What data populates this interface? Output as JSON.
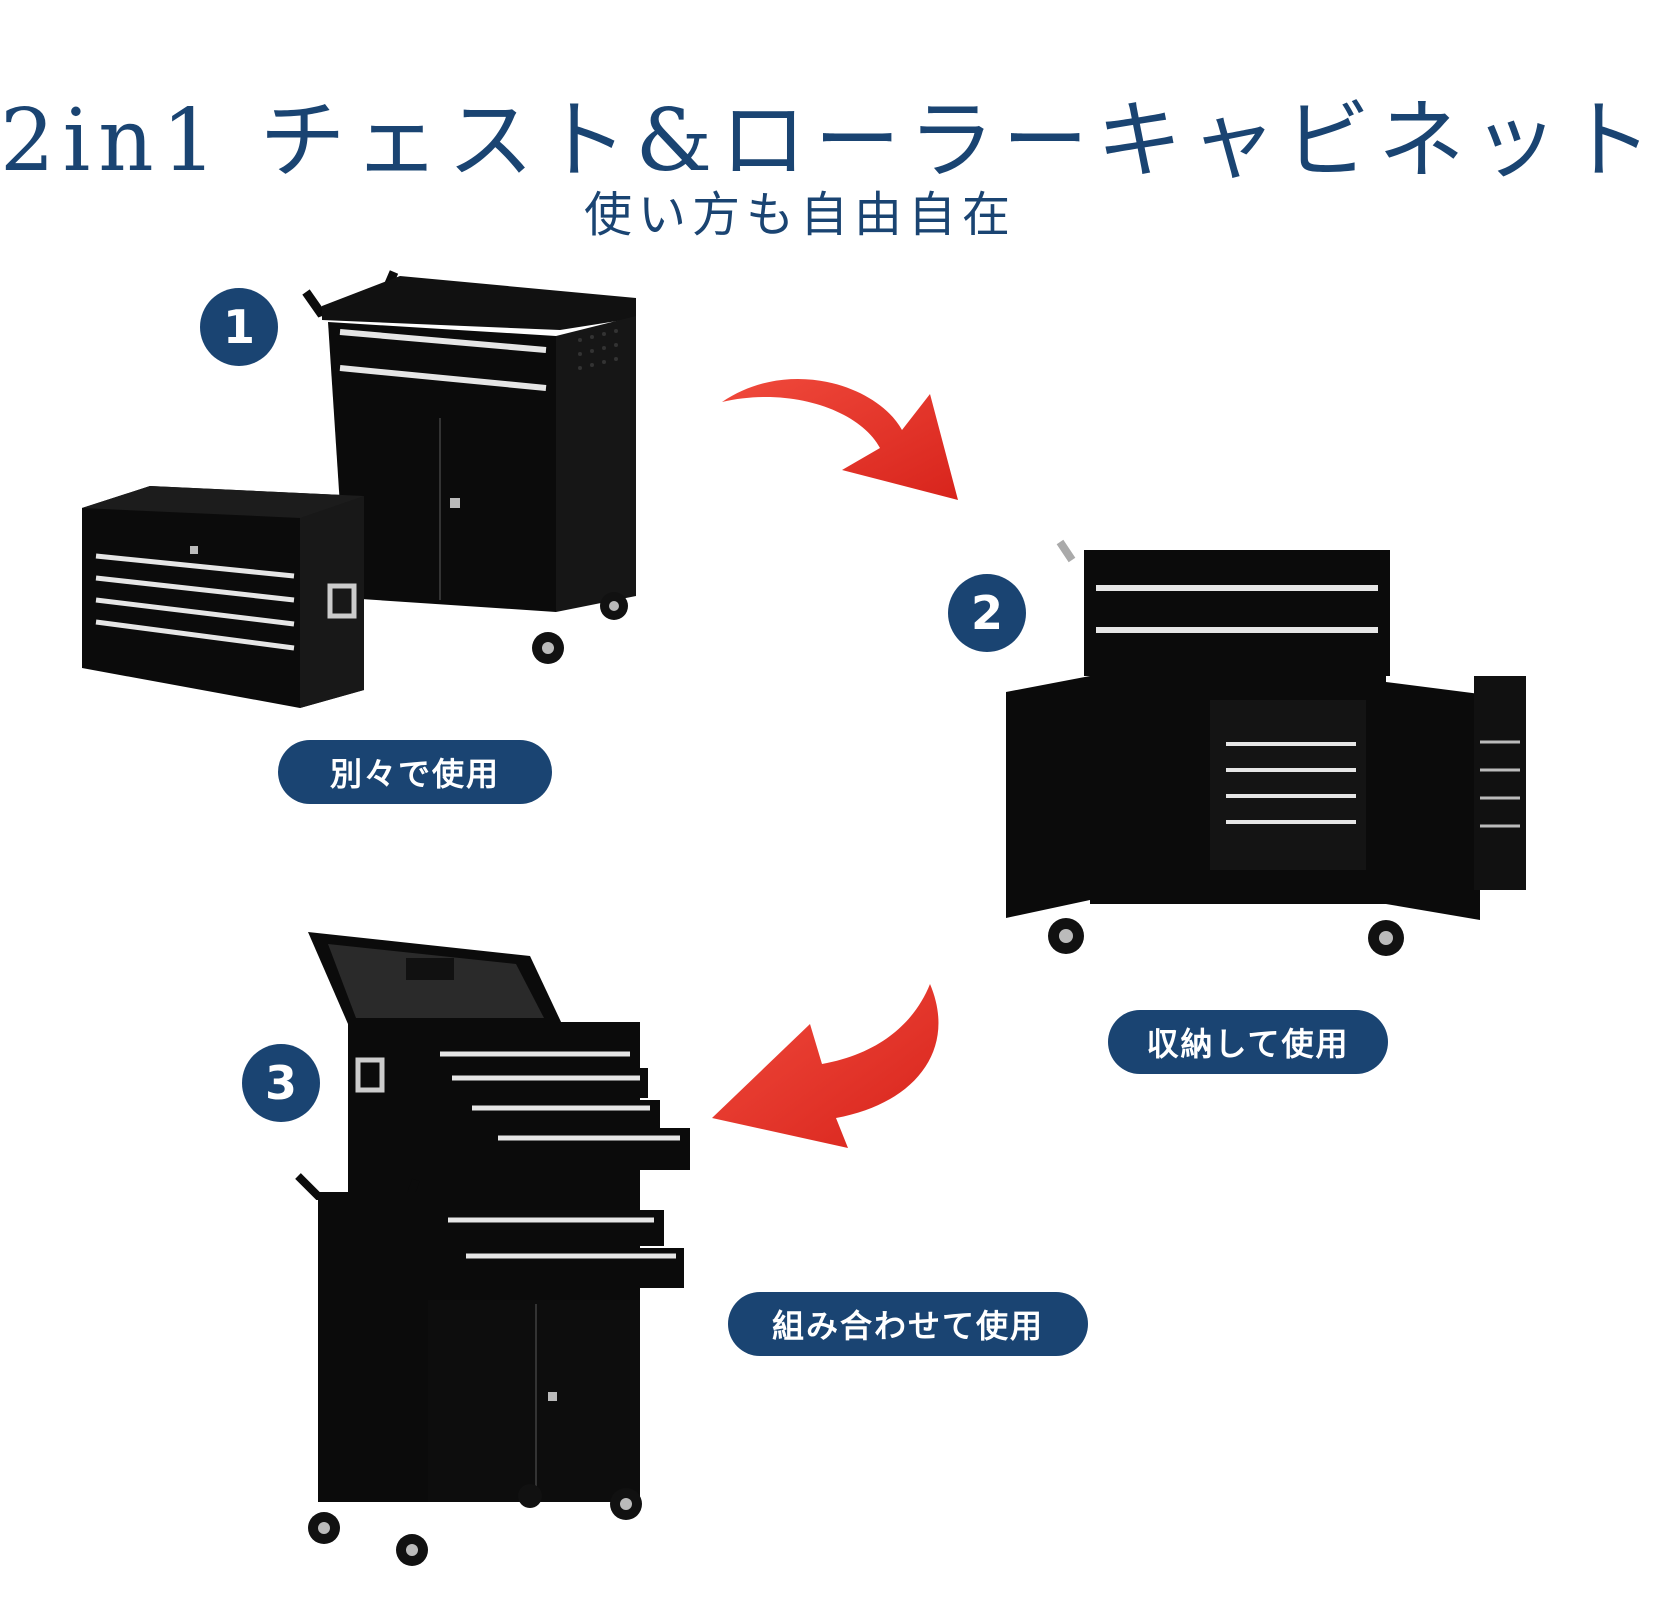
{
  "header": {
    "title": "2in1 チェスト&ローラーキャビネット",
    "subtitle": "使い方も自由自在"
  },
  "steps": [
    {
      "number": "1",
      "label": "別々で使用"
    },
    {
      "number": "2",
      "label": "収納して使用"
    },
    {
      "number": "3",
      "label": "組み合わせて使用"
    }
  ],
  "colors": {
    "accent": "#1a4472",
    "arrow": "#e8322a",
    "product": "#0b0b0b",
    "handle": "#e6e6e6"
  }
}
